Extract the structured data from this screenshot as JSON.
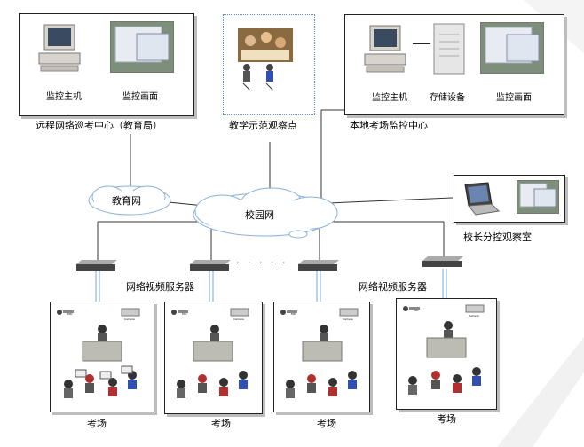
{
  "centers": {
    "remote": {
      "caption": "远程网络巡考中心（教育局）",
      "host": "监控主机",
      "screen": "监控画面"
    },
    "demo": {
      "caption": "教学示范观察点"
    },
    "local": {
      "caption": "本地考场监控中心",
      "host": "监控主机",
      "storage": "存储设备",
      "screen": "监控画面"
    }
  },
  "networks": {
    "edu": "教育网",
    "campus": "校园网"
  },
  "principal_room": "校长分控观察室",
  "server_label_left": "网络视频服务器",
  "server_label_right": "网络视频服务器",
  "dots": "· · · · ·",
  "exam_rooms": [
    {
      "label": "考场",
      "cam_left": "MIC",
      "cam_right": "Camera"
    },
    {
      "label": "考场",
      "cam_left": "MIC",
      "cam_right": "Camera"
    },
    {
      "label": "考场",
      "cam_left": "MIC",
      "cam_right": "Camera"
    },
    {
      "label": "考场",
      "cam_left": "MIC",
      "cam_right": "Camera"
    }
  ]
}
